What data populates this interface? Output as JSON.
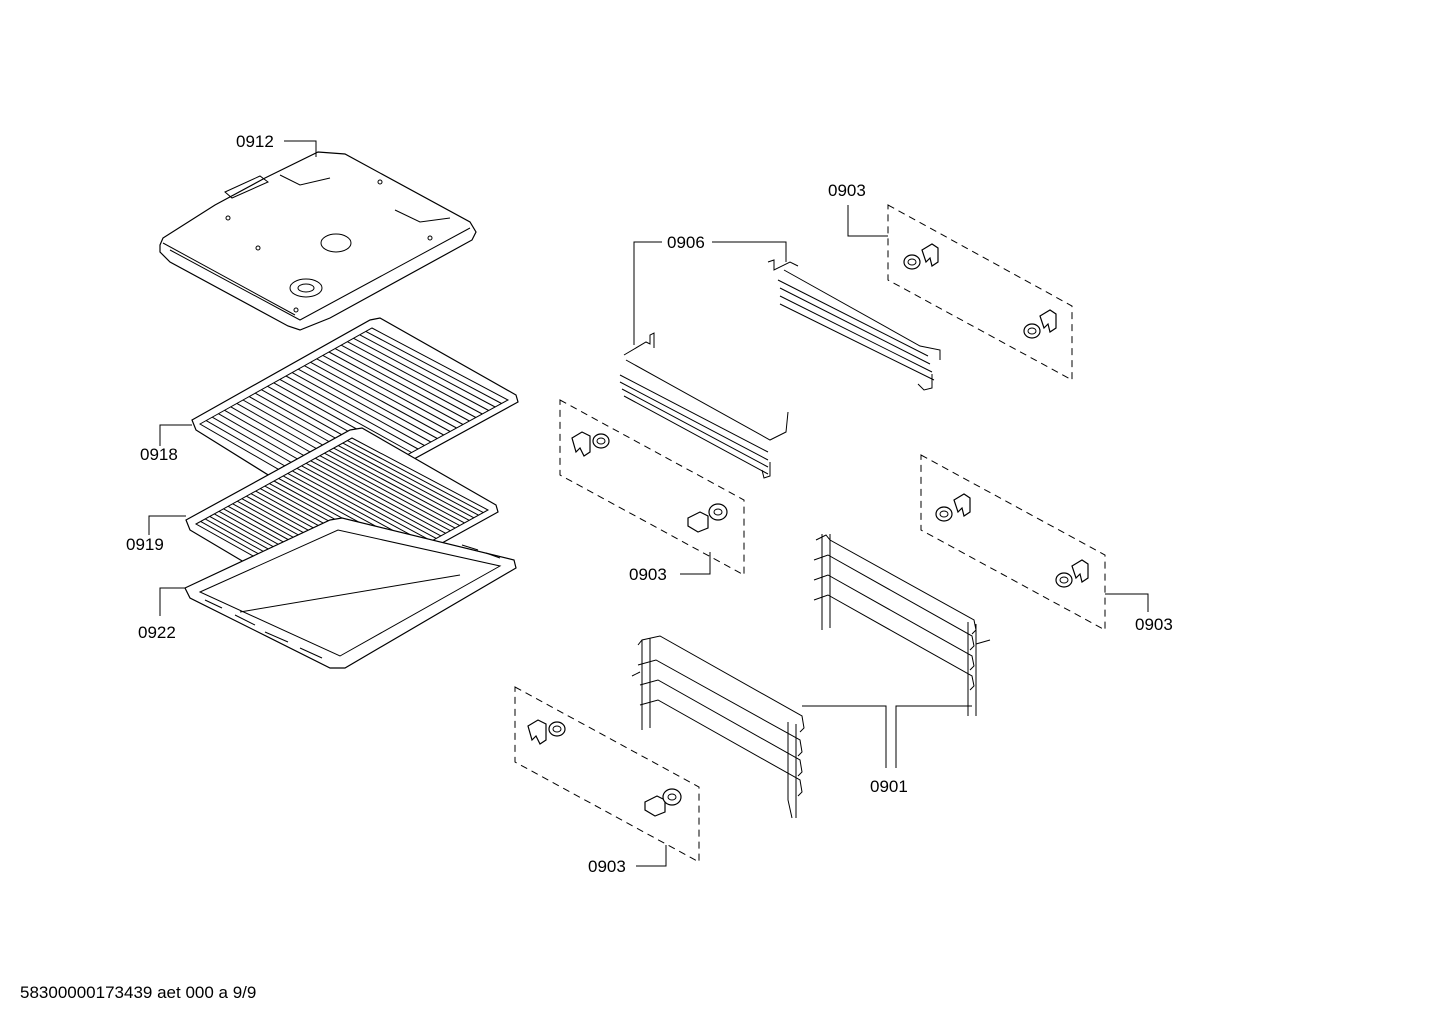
{
  "callouts": {
    "c0912": "0912",
    "c0918": "0918",
    "c0919": "0919",
    "c0922": "0922",
    "c0906": "0906",
    "c0903_top_right": "0903",
    "c0903_mid_left": "0903",
    "c0903_mid_right": "0903",
    "c0903_bottom": "0903",
    "c0901": "0901"
  },
  "footer": {
    "document_id": "58300000173439 aet 000 a 9/9"
  }
}
